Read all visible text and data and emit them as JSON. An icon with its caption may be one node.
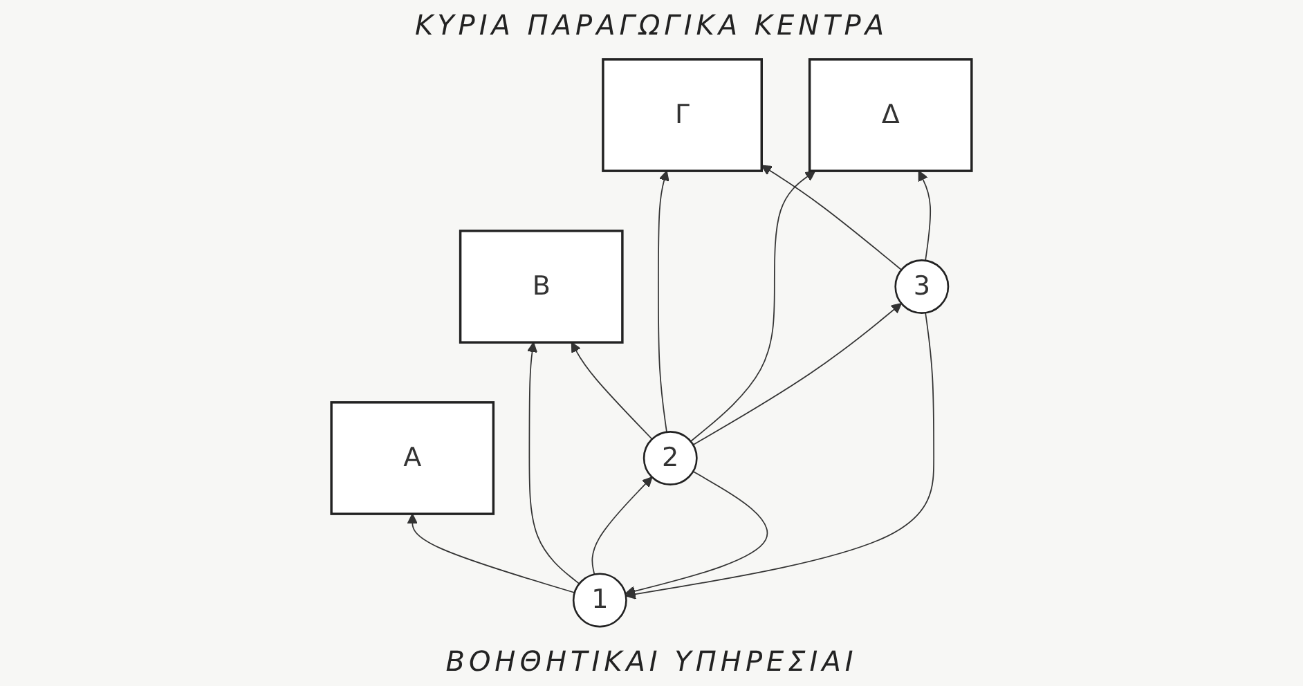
{
  "diagram": {
    "title": "ΚΥΡΙΑ ΠΑΡΑΓΩΓΙΚΑ ΚΕΝΤΡΑ",
    "caption": "ΒΟΗΘΗΤΙΚΑΙ ΥΠΗΡΕΣΙΑΙ",
    "nodes": [
      {
        "text": [
          "Α"
        ]
      },
      {
        "text": [
          "Β"
        ]
      },
      {
        "text": [
          "Γ"
        ]
      },
      {
        "text": [
          "Δ"
        ]
      },
      {
        "text": [
          "1"
        ]
      },
      {
        "text": [
          "2"
        ]
      },
      {
        "text": [
          "3"
        ]
      }
    ],
    "edges": [
      {
        "from": 4,
        "to": 0,
        "arrow": "to"
      },
      {
        "from": 4,
        "to": 1,
        "arrow": "to"
      },
      {
        "from": 5,
        "to": 1,
        "arrow": "to"
      },
      {
        "from": 5,
        "to": 2,
        "arrow": "to"
      },
      {
        "from": 5,
        "to": 3,
        "arrow": "to"
      },
      {
        "from": 6,
        "to": 2,
        "arrow": "to"
      },
      {
        "from": 6,
        "to": 3,
        "arrow": "to"
      },
      {
        "from": 4,
        "to": 5,
        "arrow": "to"
      },
      {
        "from": 5,
        "to": 4,
        "arrow": "to"
      },
      {
        "from": 5,
        "to": 6,
        "arrow": "to"
      },
      {
        "from": 6,
        "to": 4,
        "arrow": "to"
      }
    ]
  }
}
